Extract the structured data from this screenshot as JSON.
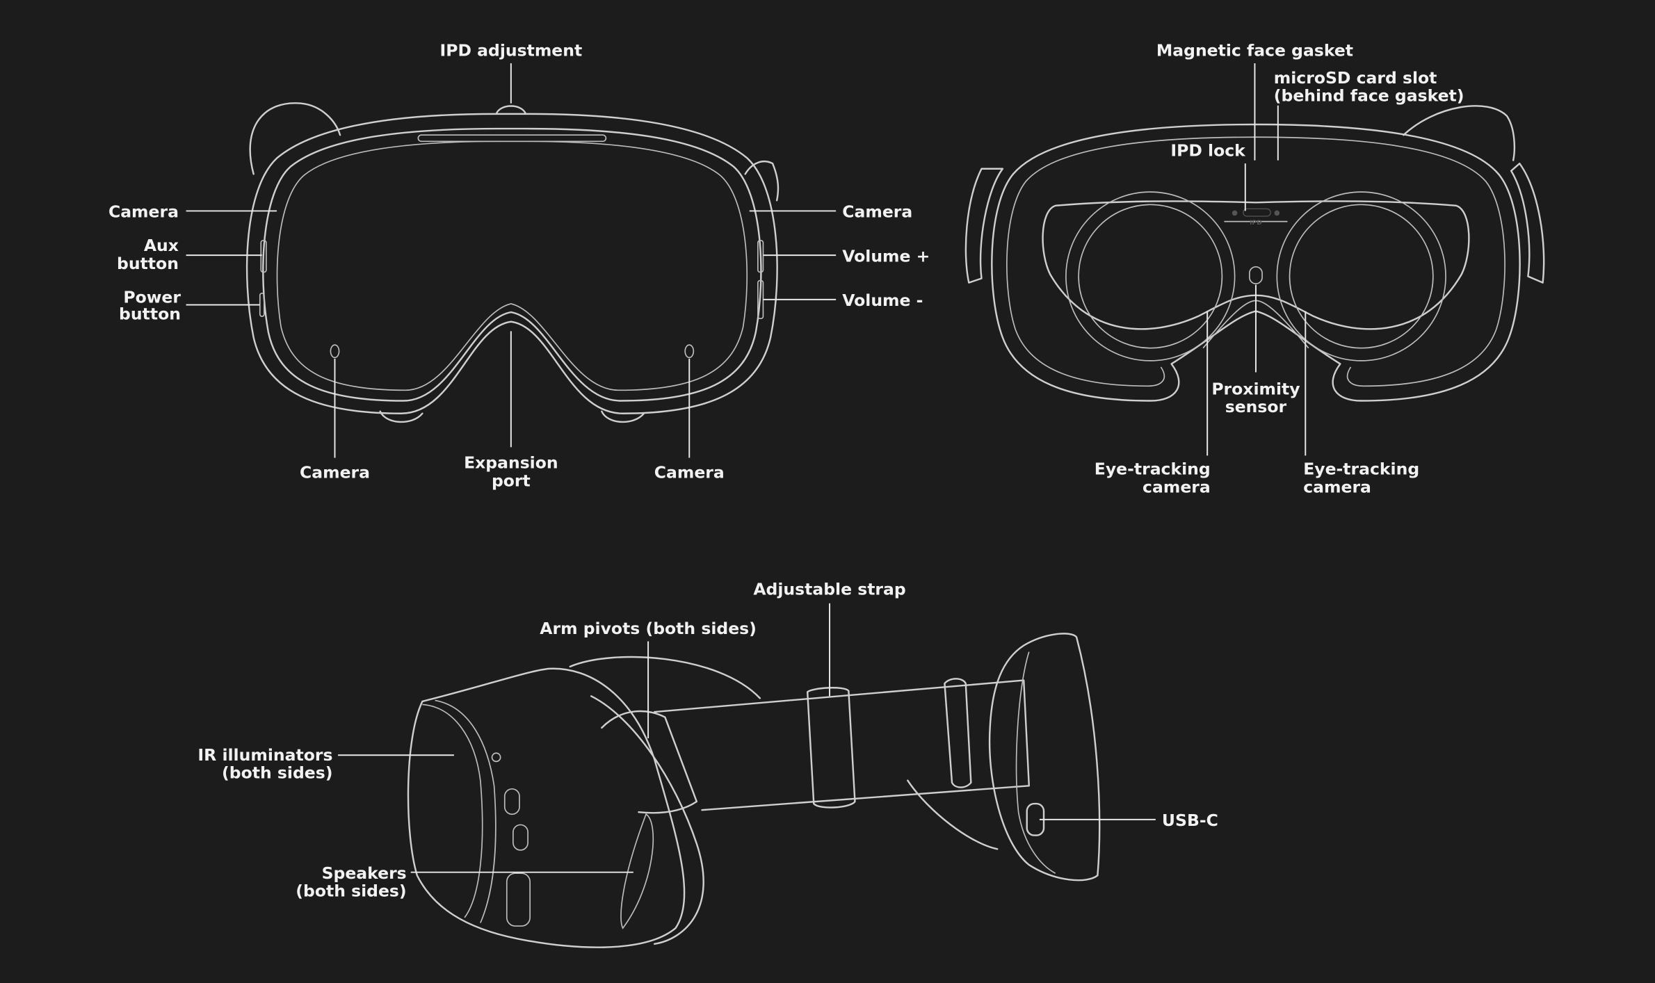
{
  "front_view": {
    "labels": {
      "ipd_adjustment": "IPD adjustment",
      "camera_left": "Camera",
      "aux_button": [
        "Aux",
        "button"
      ],
      "power_button": [
        "Power",
        "button"
      ],
      "camera_right": "Camera",
      "volume_up": "Volume +",
      "volume_down": "Volume -",
      "camera_bottom_left": "Camera",
      "expansion_port": [
        "Expansion",
        "port"
      ],
      "camera_bottom_right": "Camera"
    }
  },
  "back_view": {
    "labels": {
      "magnetic_face_gasket": "Magnetic face gasket",
      "microsd_slot": [
        "microSD card slot",
        "(behind face gasket)"
      ],
      "ipd_lock": "IPD lock",
      "proximity_sensor": [
        "Proximity",
        "sensor"
      ],
      "eye_tracking_left": [
        "Eye-tracking",
        "camera"
      ],
      "eye_tracking_right": [
        "Eye-tracking",
        "camera"
      ]
    },
    "embossed_text": "IPD"
  },
  "side_view": {
    "labels": {
      "adjustable_strap": "Adjustable strap",
      "arm_pivots": "Arm pivots (both sides)",
      "ir_illuminators": [
        "IR illuminators",
        "(both sides)"
      ],
      "speakers": [
        "Speakers",
        "(both sides)"
      ],
      "usb_c": "USB-C"
    }
  }
}
